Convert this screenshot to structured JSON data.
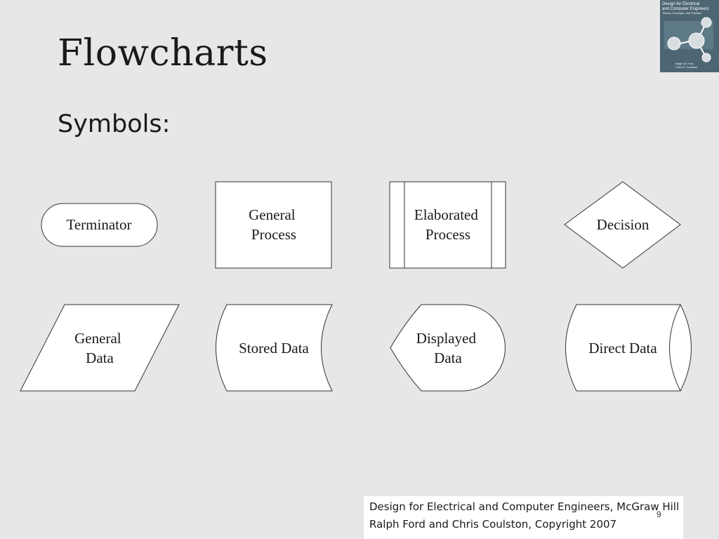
{
  "slide": {
    "title": "Flowcharts",
    "subtitle": "Symbols:",
    "page_number": "9"
  },
  "book_cover": {
    "title_line1": "Design for Electrical",
    "title_line2": "and Computer Engineers",
    "tagline": "Theory, Concepts, and Practice",
    "author1": "Ralph M. Ford",
    "author2": "Chris S. Coulston",
    "background_color": "#4d6674"
  },
  "symbols": {
    "terminator": [
      "Terminator"
    ],
    "general_process": [
      "General",
      "Process"
    ],
    "elaborated_process": [
      "Elaborated",
      "Process"
    ],
    "decision": [
      "Decision"
    ],
    "general_data": [
      "General",
      "Data"
    ],
    "stored_data": [
      "Stored Data"
    ],
    "displayed_data": [
      "Displayed",
      "Data"
    ],
    "direct_data": [
      "Direct Data"
    ]
  },
  "citation": {
    "line1": "Design for Electrical and Computer Engineers, McGraw Hill",
    "line2": "Ralph Ford and Chris Coulston, Copyright 2007"
  },
  "colors": {
    "background": "#e7e7e7",
    "shape_fill": "#ffffff",
    "shape_stroke": "#333333"
  }
}
